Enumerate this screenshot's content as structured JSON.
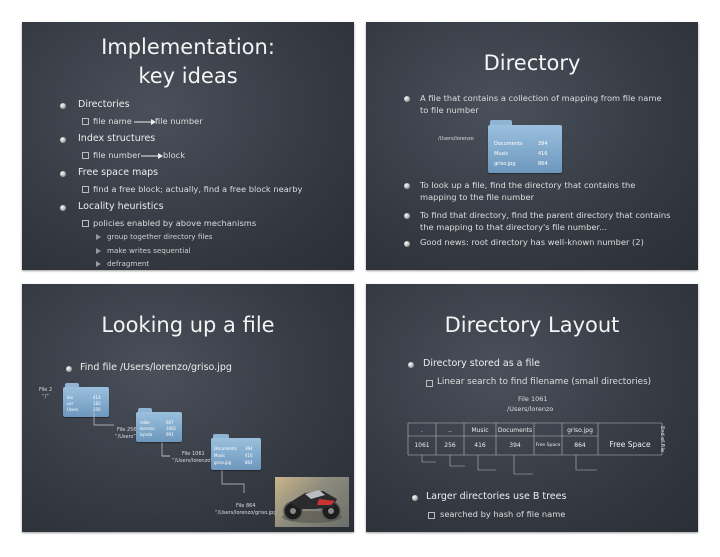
{
  "slide1": {
    "title": "Implementation:",
    "title2": "key ideas",
    "items": [
      "Directories",
      "Index structures",
      "Free space maps",
      "Locality heuristics"
    ],
    "sub": {
      "filename": "file name",
      "filenumber": "file number",
      "filenumber2": "file number",
      "block": "block",
      "freeblock": "find a free block; actually, find a free block nearby",
      "policies": "policies enabled by above mechanisms"
    },
    "subsub": [
      "group together directory files",
      "make writes sequential",
      "defragment"
    ]
  },
  "slide2": {
    "title": "Directory",
    "b1": "A file that contains a collection of mapping from file name to file number",
    "path": "/Users/lorenzo",
    "folder": {
      "names": [
        "Documents",
        "Music",
        "griso.jpg"
      ],
      "nums": [
        "394",
        "416",
        "864"
      ]
    },
    "b2": "To look up a file, find the directory that contains the mapping to the file number",
    "b3": "To find that directory, find the parent directory that contains the mapping to that directory's file number...",
    "b4": "Good news: root directory has well-known number (2)"
  },
  "slide3": {
    "title": "Looking up a file",
    "b1": "Find file /Users/lorenzo/griso.jpg",
    "root_label": "File 2",
    "root_path": "“/”",
    "f1": {
      "names": [
        "bin",
        "usr",
        "Users"
      ],
      "nums": [
        "414",
        "182",
        "256"
      ]
    },
    "l1": "File 256",
    "l1b": "“/Users”",
    "f2": {
      "names": [
        "mike",
        "lorenzo",
        "kynda"
      ],
      "nums": [
        "667",
        "1061",
        "991"
      ]
    },
    "l2": "File 1061",
    "l2b": "“/Users/lorenzo”",
    "f3": {
      "names": [
        "Documents",
        "Music",
        "griso.jpg"
      ],
      "nums": [
        "394",
        "416",
        "864"
      ]
    },
    "l3": "File 864",
    "l3b": "“/Users/lorenzo/griso.jpg”"
  },
  "slide4": {
    "title": "Directory Layout",
    "b1": "Directory stored as a file",
    "b1s": "Linear search to find filename (small directories)",
    "file_label": "File 1061",
    "file_path": "/Users/lorenzo",
    "row1": [
      ".",
      "..",
      "Music",
      "Documents",
      "",
      "griso.jpg"
    ],
    "row2": [
      "1061",
      "256",
      "416",
      "394",
      "Free Space",
      "864"
    ],
    "free": "Free Space",
    "eof": "End of File",
    "b2": "Larger directories use B trees",
    "b2s": "searched by hash of file name"
  }
}
